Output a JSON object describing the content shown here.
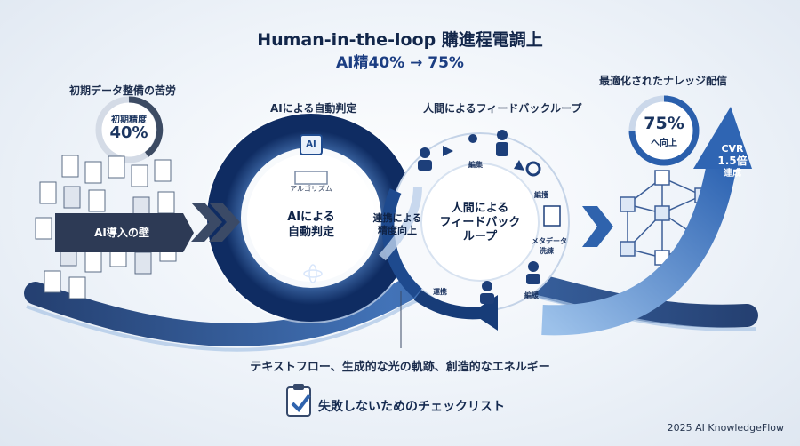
{
  "header": {
    "title": "Human-in-the-loop 購進程電調上",
    "subtitle": "AI精40% → 75%"
  },
  "left": {
    "heading": "初期データ整備の苦労",
    "gauge_label": "初期精度",
    "gauge_value": "40%",
    "gauge_fraction": 0.4,
    "wall_label": "AI導入の壁"
  },
  "loop": {
    "ai_heading": "AIによる自動判定",
    "human_heading": "人間によるフィードバックループ",
    "ai_icon_label": "AI",
    "algorithm_label": "アルゴリズム",
    "ai_center_line1": "AIによる",
    "ai_center_line2": "自動判定",
    "link_line1": "連携による",
    "link_line2": "精度向上",
    "human_center_line1": "人間による",
    "human_center_line2": "フィードバック",
    "human_center_line3": "ループ",
    "steps": [
      "編集",
      "編擭",
      "メタデータ",
      "洗練",
      "編緩",
      "運携"
    ]
  },
  "right": {
    "heading": "最適化されたナレッジ配信",
    "gauge_value": "75%",
    "gauge_label": "へ向上",
    "gauge_fraction": 0.75,
    "arrow_line1": "CVR",
    "arrow_line2": "1.5倍",
    "arrow_line3": "達成"
  },
  "caption": "テキストフロー、生成的な光の軌跡、創造的なエネルギー",
  "checklist_label": "失敗しないためのチェックリスト",
  "footer": "2025 AI KnowledgeFlow",
  "colors": {
    "navy": "#143a78",
    "blue": "#2c5fa8",
    "light_blue": "#8fb3dd",
    "gray": "#5a6a80"
  }
}
